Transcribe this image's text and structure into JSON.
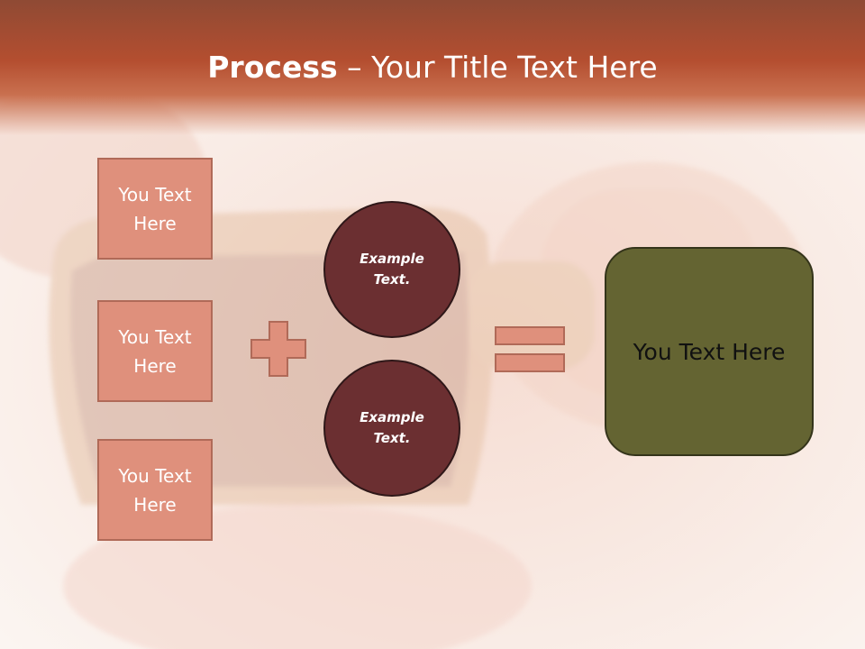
{
  "slide": {
    "title_bold": "Process",
    "title_rest": " – Your Title Text Here"
  },
  "left_boxes": [
    {
      "label": "You Text Here"
    },
    {
      "label": "You Text Here"
    },
    {
      "label": "You Text Here"
    }
  ],
  "operator_plus": "plus-icon",
  "circles": [
    {
      "label": "Example Text."
    },
    {
      "label": "Example Text."
    }
  ],
  "operator_equals": "equals-icon",
  "result_box": {
    "label": "You Text Here"
  },
  "colors": {
    "header": "#b44e30",
    "box_fill": "#df907c",
    "box_border": "#b06a58",
    "circle_fill": "#6b2f31",
    "result_fill": "#646432"
  }
}
